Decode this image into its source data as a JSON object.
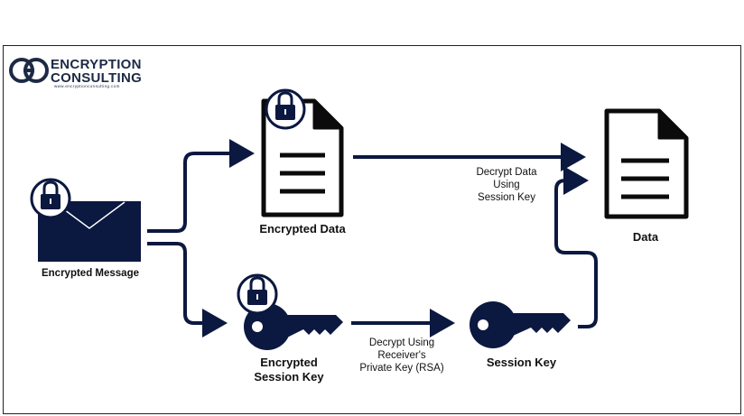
{
  "logo": {
    "line1": "ENCRYPTION",
    "line2": "CONSULTING",
    "url": "www.encryptionconsulting.com"
  },
  "nodes": {
    "encrypted_message": "Encrypted Message",
    "encrypted_data": "Encrypted Data",
    "encrypted_session_key": "Encrypted\nSession Key",
    "session_key": "Session Key",
    "data": "Data"
  },
  "edges": {
    "decrypt_data": "Decrypt Data\nUsing\nSession Key",
    "decrypt_key": "Decrypt Using\nReceiver's\nPrivate Key (RSA)"
  },
  "colors": {
    "navy": "#0b1840",
    "logo": "#1c2a45"
  }
}
